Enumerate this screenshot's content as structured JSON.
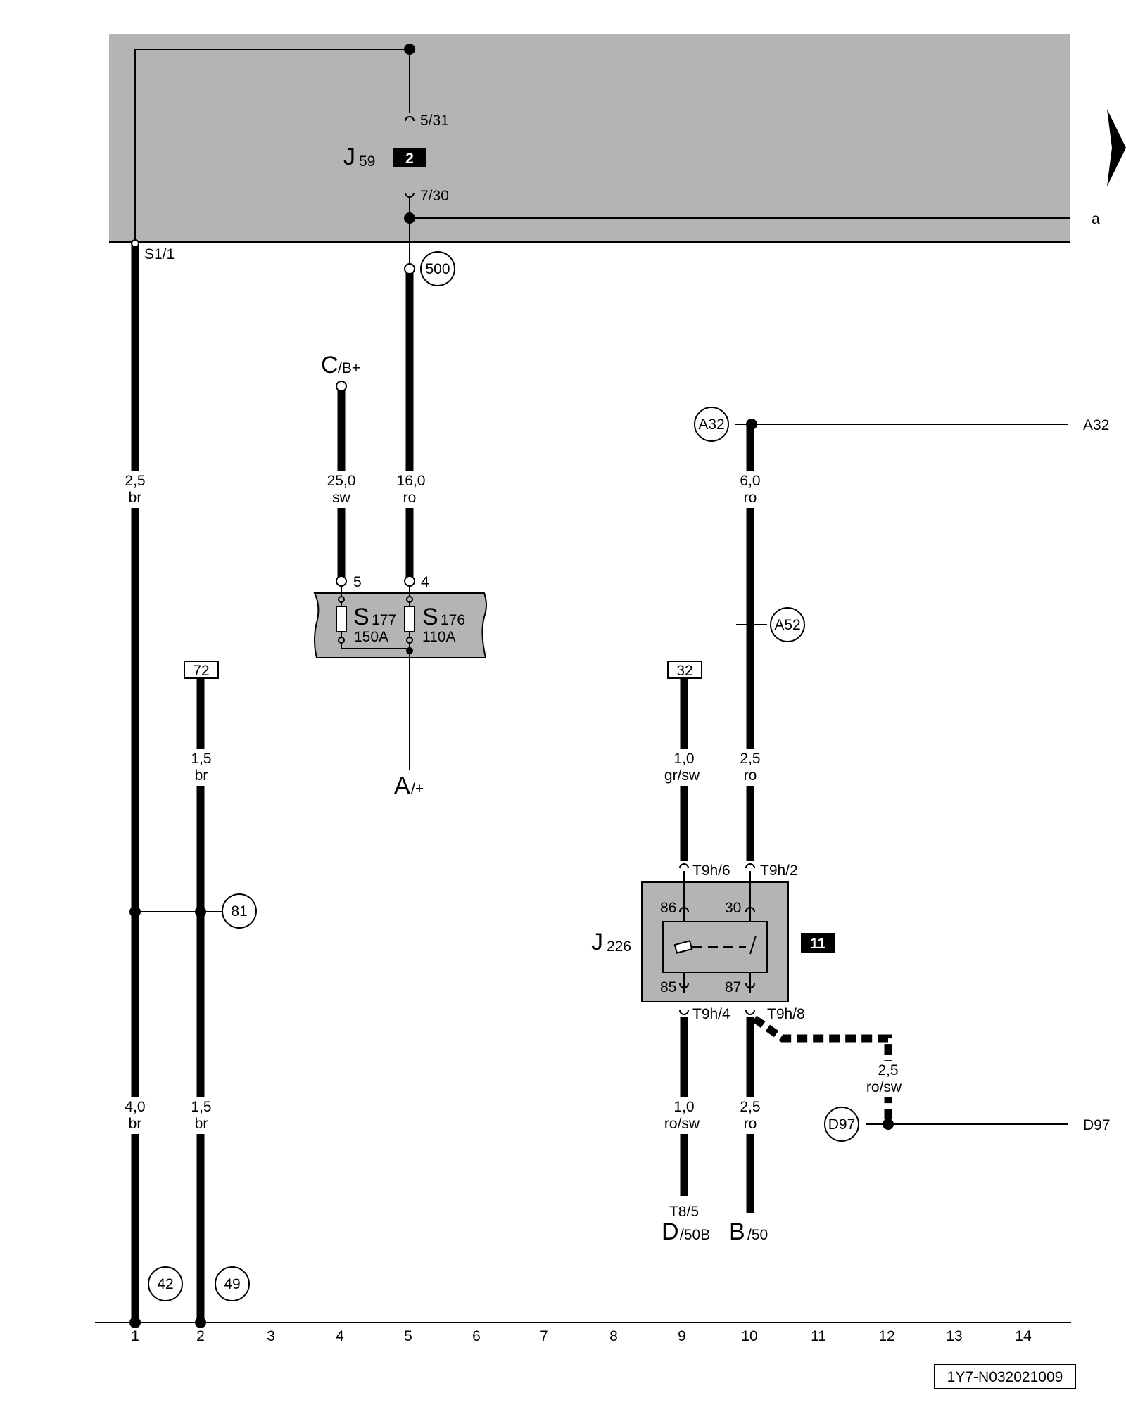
{
  "relay_main": {
    "name": "J",
    "sub": "59",
    "badge": "2",
    "pin_top": "5/31",
    "pin_bottom": "7/30"
  },
  "ground_conn": "S1/1",
  "label_a": "a",
  "circle_500": "500",
  "cb_terminal": {
    "name": "C",
    "sub": "/B+"
  },
  "a_terminal": {
    "name": "A",
    "sub": "/+"
  },
  "fuse_box": {
    "pin_left": "5",
    "pin_right": "4",
    "fuse_left": {
      "name": "S",
      "sub": "177",
      "rating": "150A"
    },
    "fuse_right": {
      "name": "S",
      "sub": "176",
      "rating": "110A"
    }
  },
  "a32": {
    "circle": "A32",
    "label": "A32"
  },
  "a52": "A52",
  "box_72": "72",
  "box_32": "32",
  "circle_81": "81",
  "circle_42": "42",
  "circle_49": "49",
  "wires": {
    "w1_top": {
      "size": "2,5",
      "color": "br"
    },
    "w1_bottom": {
      "size": "4,0",
      "color": "br"
    },
    "w2_top": {
      "size": "1,5",
      "color": "br"
    },
    "w2_bottom": {
      "size": "1,5",
      "color": "br"
    },
    "w4": {
      "size": "25,0",
      "color": "sw"
    },
    "w5": {
      "size": "16,0",
      "color": "ro"
    },
    "w9_top": {
      "size": "1,0",
      "color": "gr/sw"
    },
    "w9_bottom": {
      "size": "1,0",
      "color": "ro/sw"
    },
    "w10_top": {
      "size": "6,0",
      "color": "ro"
    },
    "w10_mid": {
      "size": "2,5",
      "color": "ro"
    },
    "w10_bottom": {
      "size": "2,5",
      "color": "ro"
    },
    "w_dashed": {
      "size": "2,5",
      "color": "ro/sw"
    }
  },
  "relay_j226": {
    "name": "J",
    "sub": "226",
    "badge": "11",
    "pin_86": "86",
    "pin_30": "30",
    "pin_85": "85",
    "pin_87": "87",
    "conn_t9h6": "T9h/6",
    "conn_t9h2": "T9h/2",
    "conn_t9h4": "T9h/4",
    "conn_t9h8": "T9h/8"
  },
  "d97": {
    "circle": "D97",
    "label": "D97"
  },
  "d_terminal": {
    "conn": "T8/5",
    "name": "D",
    "sub": "/50B"
  },
  "b_terminal": {
    "name": "B",
    "sub": "/50"
  },
  "column_numbers": [
    "1",
    "2",
    "3",
    "4",
    "5",
    "6",
    "7",
    "8",
    "9",
    "10",
    "11",
    "12",
    "13",
    "14"
  ],
  "doc_id": "1Y7-N032021009",
  "colors": {
    "panel_gray": "#b4b4b4",
    "wire": "#000000"
  }
}
